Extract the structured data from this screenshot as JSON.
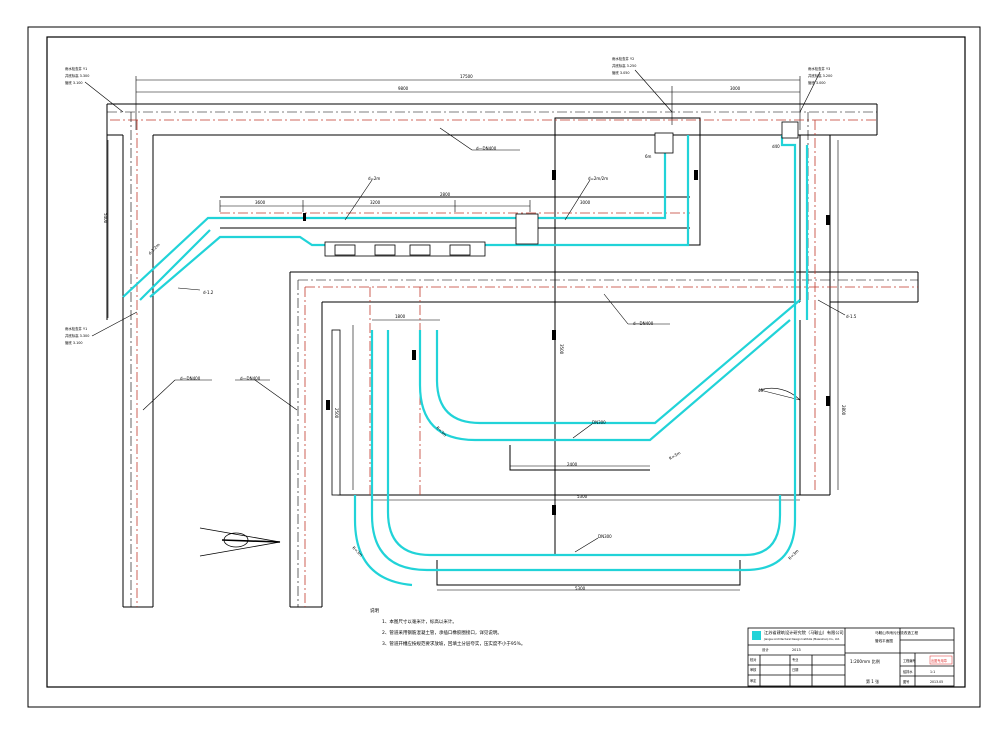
{
  "drawing": {
    "title_company": "江苏省建筑设计研究院（马鞍山）有限公司",
    "title_company_en": "Jiangsu Architectural Design Institute (Maanshan) Co., Ltd.",
    "project_name": "马鞍山市雨污分流改造工程",
    "drawing_name": "管线平面图",
    "scale_label": "1:200mm 比例",
    "tb_labels": [
      "设计",
      "校对",
      "审核",
      "审定",
      "专业",
      "日期"
    ],
    "tb_values": [
      "2013",
      "工程编号",
      "给排水",
      "图号",
      "1:1",
      "2013.05"
    ],
    "sheet_no": "第 1 张",
    "red_stamp": "出图专用章"
  },
  "notes": {
    "heading": "说明",
    "items": [
      "1、本图尺寸以毫米计，标高以米计。",
      "2、管道采用钢筋混凝土管，承插口橡胶圈接口，详见说明。",
      "3、管道开槽应按规范要求放坡，回填土分层夸实，压实度不小于95%。"
    ]
  },
  "labels": {
    "dim_top_total": "17500",
    "dim_top_left": "9800",
    "dim_top_right": "3000",
    "dim_mid_a": "3600",
    "dim_mid_b": "3200",
    "dim_mid_c": "2800",
    "dim_mid_d": "3000",
    "dim_vert_main": "3500",
    "dim_bottom": "5300",
    "dim_lower": "2400",
    "dim_right_v": "2800",
    "dim_left_v": "5400",
    "dim_small": "1800",
    "dim_rise": "2500",
    "pipe_top": "d—DN400",
    "pipe_mid": "d—DN400",
    "pipe_left1": "d—DN400",
    "pipe_left2": "d—DN400",
    "pipe_diag": "d-1.2",
    "pipe_inner": "DN300",
    "pipe_outer": "DN300",
    "pipe_label1": "d=2m",
    "pipe_label2": "d=2m/2m",
    "pipe_label3": "d-1.2m",
    "pipe_label4": "6m",
    "well_note_1": "雨水检查井 Y1",
    "well_note_2": "井底标高 3.300",
    "well_note_3": "管底 3.100",
    "well_note_4": "雨水检查井 Y2",
    "well_note_5": "井底标高 3.250",
    "well_note_6": "管底 3.050",
    "well_note_7": "雨水检查井 Y3",
    "well_note_8": "井底标高 3.200",
    "well_note_9": "管底 3.000",
    "arc_label1": "R=3m",
    "arc_label2": "R=3m",
    "arc_label3": "R=3m",
    "arc_label4": "R=3m",
    "angle_label": "45°",
    "pipe_label5": "d40",
    "pipe_label6": "d-1.5"
  },
  "colors": {
    "pipe": "#21d3d8",
    "centerline": "#c0392b",
    "line": "#000000",
    "stamp": "#e03030"
  }
}
